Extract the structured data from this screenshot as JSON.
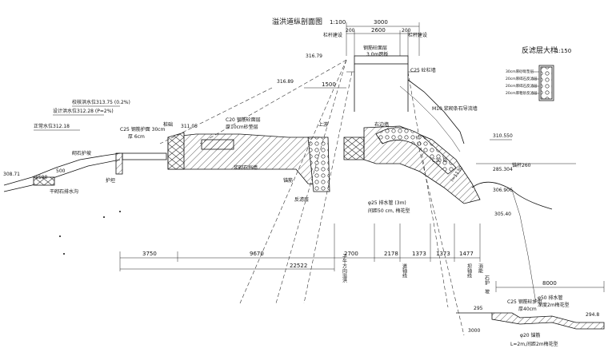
{
  "drawing": {
    "title": "溢洪道纵剖面图",
    "title_scale": "1:100",
    "detail_title": "反滤层大样",
    "detail_scale": "1:150"
  },
  "labels": {
    "top_dims": [
      "3000",
      "200",
      "2600",
      "200"
    ],
    "bridge_left": "栏杆建设",
    "bridge_right": "栏杆建设",
    "bridge_deck": "钢筋砼面层",
    "bridge_slab": "3.0m跨板",
    "bridge_c25": "C25 砼栏墙",
    "elev_316_79": "316.79",
    "elev_316_89": "316.89",
    "dim_1500_top": "1500",
    "check_flood": "校核洪水位313.75 (0.2%)",
    "design_flood": "设计洪水位312.28 (P=2%)",
    "normal_pool": "正常水位312.18",
    "c25_protect_1": "C25 钢筋护面 30cm",
    "c25_protect_2": "厚 6cm",
    "pile_label": "桩础",
    "elev_311_05": "311.05",
    "c20_label": "C20 钢筋砼面层",
    "c20_sub": "厚10cm砂垫层",
    "upstream_block": "上游",
    "mass_concrete": "浆砌石挡墙",
    "right_wall": "右边墙",
    "m10_label": "M10 浆砌条石导流墙",
    "elev_310_550": "310.550",
    "anchor_label": "锚杆260",
    "elev_285_304": "285.304",
    "elev_306_906": "306.906",
    "elev_305_40": "305.40",
    "elev_308_71": "308.71",
    "dim_1500_left": "1500",
    "dim_500": "500",
    "riprap_slope": "砌石护坡",
    "toe_drain": "干砌石排水沟",
    "apron": "护坦",
    "filter_layer": "反滤层",
    "c30_label": "C30 砼",
    "drain_pipe": "φ25 排水管 (3m)",
    "drain_spacing": "间距50 cm, 梅花型",
    "anchor_bar": "锚筋",
    "i_1130": "i=1130",
    "dim_3750": "3750",
    "dim_9670": "9670",
    "dim_22522": "22522",
    "dim_2700": "2700",
    "dim_2178": "2178",
    "dim_1373a": "1373",
    "dim_1373b": "1373",
    "dim_1477": "1477",
    "dim_8000": "8000",
    "elev_295": "295",
    "c25_apron": "C25 钢筋砼护坦",
    "c25_thick": "厚40cm",
    "pipe_50": "φ50 排水管",
    "pipe_50_len": "深度2m梅花型",
    "elev_294_8": "294.8",
    "pipe_20": "φ20 锚筋",
    "pipe_20_sub": "L=2m,间距2m梅花型",
    "dim_3000_bot": "3000",
    "vert_note_1": "子午方向溢洪",
    "vert_note_2": "道轴线",
    "vert_note_3": "坝轴线",
    "vert_note_4": "消能",
    "vert_note_5": "石护",
    "vert_note_6": "坡",
    "detail_layer_1": "30cm厚砂砾垫层",
    "detail_layer_2": "20cm厚碎石反滤层",
    "detail_layer_3": "20cm厚碎石反滤层",
    "detail_layer_4": "20cm厚粗砂反滤层"
  }
}
